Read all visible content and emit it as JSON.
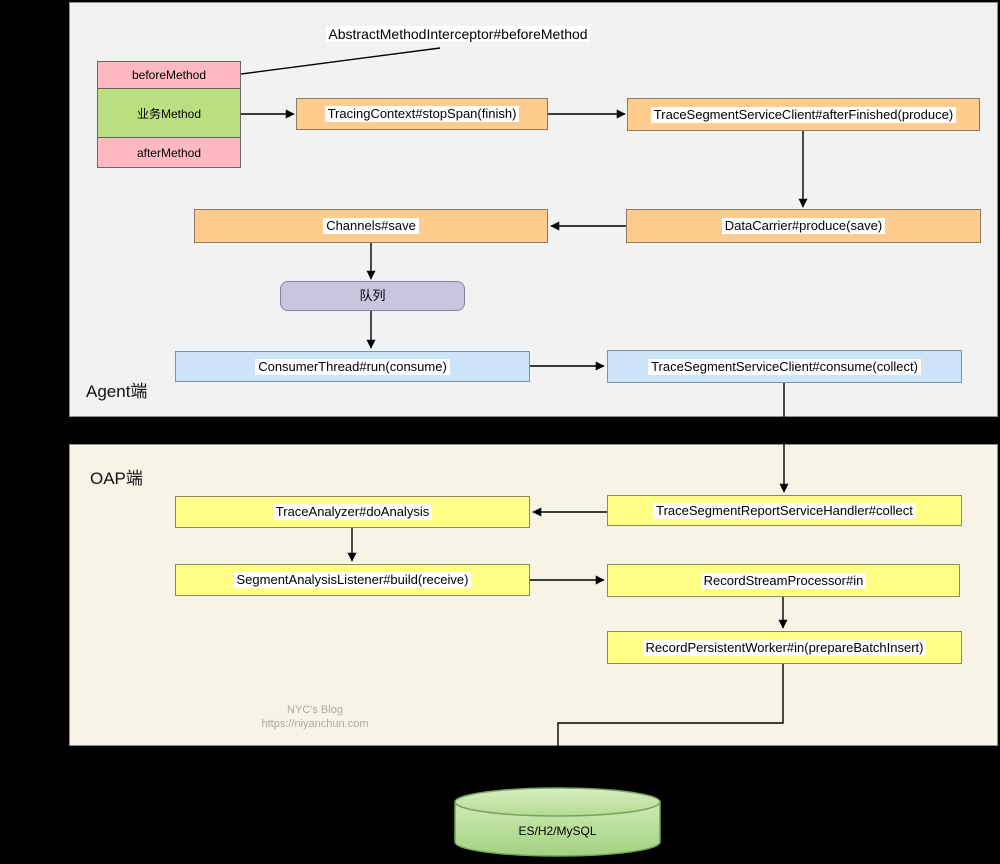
{
  "sections": {
    "agent": {
      "label": "Agent端"
    },
    "oap": {
      "label": "OAP端"
    }
  },
  "annotation": {
    "text": "AbstractMethodInterceptor#beforeMethod"
  },
  "interceptor_stack": {
    "before_method": "beforeMethod",
    "business_method": "业务Method",
    "after_method": "afterMethod"
  },
  "agent_nodes": {
    "tracing_context": "TracingContext#stopSpan(finish)",
    "after_finished": "TraceSegmentServiceClient#afterFinished(produce)",
    "channels_save": "Channels#save",
    "data_carrier": "DataCarrier#produce(save)",
    "queue": "队列",
    "consumer_thread": "ConsumerThread#run(consume)",
    "consume_collect": "TraceSegmentServiceClient#consume(collect)"
  },
  "oap_nodes": {
    "report_handler": "TraceSegmentReportServiceHandler#collect",
    "trace_analyzer": "TraceAnalyzer#doAnalysis",
    "segment_listener": "SegmentAnalysisListener#build(receive)",
    "record_stream": "RecordStreamProcessor#in",
    "record_persistent": "RecordPersistentWorker#in(prepareBatchInsert)"
  },
  "database": {
    "label": "ES/H2/MySQL"
  },
  "watermark": {
    "line1": "NYC's Blog",
    "line2": "https://niyanchun.com"
  },
  "colors": {
    "orange_fill": "#fecc8f",
    "pink_fill": "#ffb9c0",
    "green_fill": "#b9df80",
    "purple_fill": "#c9c5de",
    "blue_fill": "#cce3f8",
    "yellow_fill": "#ffff85",
    "agent_panel_bg": "#f2f2f2",
    "oap_panel_bg": "#f7f4e6",
    "database_green": "#a8d585",
    "page_bg": "#000000"
  }
}
